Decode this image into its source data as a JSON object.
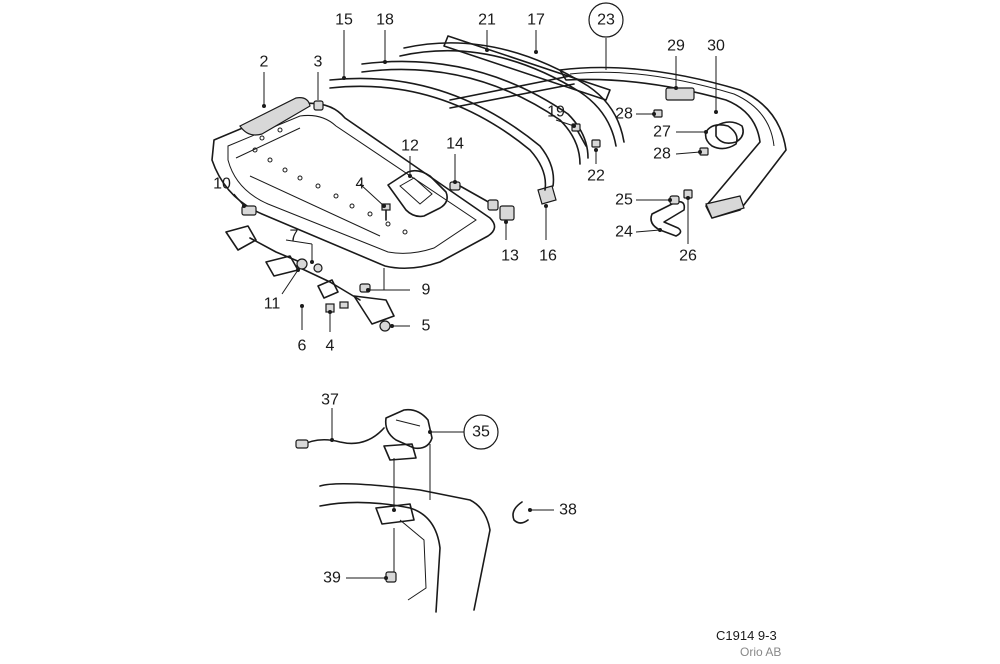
{
  "callouts": {
    "c2": "2",
    "c3": "3",
    "c4a": "4",
    "c4b": "4",
    "c5": "5",
    "c6": "6",
    "c7": "7",
    "c9": "9",
    "c10": "10",
    "c11": "11",
    "c12": "12",
    "c13": "13",
    "c14": "14",
    "c15": "15",
    "c16": "16",
    "c17": "17",
    "c18": "18",
    "c19": "19",
    "c21": "21",
    "c22": "22",
    "c23": "23",
    "c24": "24",
    "c25": "25",
    "c26": "26",
    "c27": "27",
    "c28a": "28",
    "c28b": "28",
    "c29": "29",
    "c30": "30",
    "c35": "35",
    "c37": "37",
    "c38": "38",
    "c39": "39"
  },
  "footer": {
    "doc_code": "C1914 9-3",
    "publisher": "Orio AB"
  }
}
